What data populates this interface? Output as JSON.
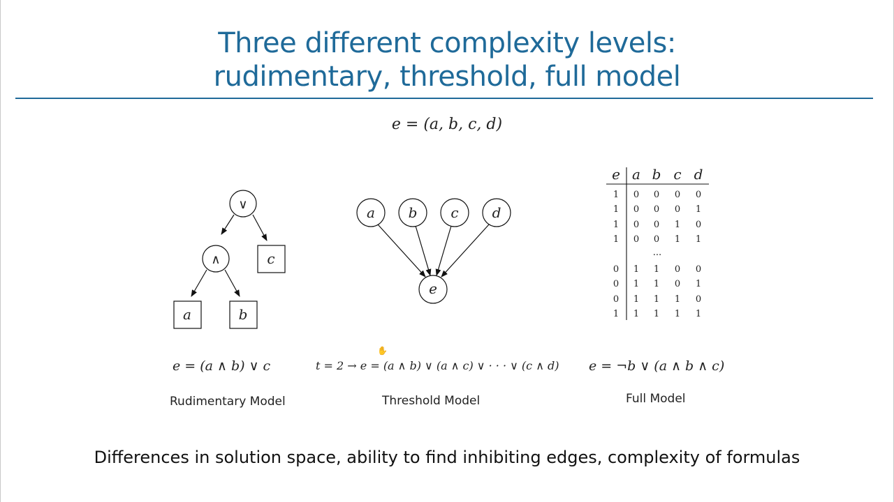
{
  "title": {
    "line1": "Three different complexity levels:",
    "line2": "rudimentary, threshold, full model"
  },
  "equation_top": "e = (a, b, c, d)",
  "rudimentary": {
    "tree": {
      "root_op": "∨",
      "and_op": "∧",
      "leaf_c": "c",
      "leaf_a": "a",
      "leaf_b": "b"
    },
    "formula": "e = (a ∧ b) ∨ c",
    "caption": "Rudimentary Model"
  },
  "threshold": {
    "inputs": [
      "a",
      "b",
      "c",
      "d"
    ],
    "output": "e",
    "formula": "t = 2 → e = (a ∧ b) ∨ (a ∧ c) ∨ · · · ∨ (c ∧ d)",
    "caption": "Threshold Model"
  },
  "full": {
    "table": {
      "headers": [
        "e",
        "a",
        "b",
        "c",
        "d"
      ],
      "rows_top": [
        [
          "1",
          "0",
          "0",
          "0",
          "0"
        ],
        [
          "1",
          "0",
          "0",
          "0",
          "1"
        ],
        [
          "1",
          "0",
          "0",
          "1",
          "0"
        ],
        [
          "1",
          "0",
          "0",
          "1",
          "1"
        ]
      ],
      "ellipsis": "...",
      "rows_bottom": [
        [
          "0",
          "1",
          "1",
          "0",
          "0"
        ],
        [
          "0",
          "1",
          "1",
          "0",
          "1"
        ],
        [
          "0",
          "1",
          "1",
          "1",
          "0"
        ],
        [
          "1",
          "1",
          "1",
          "1",
          "1"
        ]
      ]
    },
    "formula": "e = ¬b ∨ (a ∧ b ∧ c)",
    "caption": "Full Model"
  },
  "bottom_text": "Differences in solution space, ability to find inhibiting edges, complexity of formulas",
  "icons": {
    "cursor": "hand-cursor-icon"
  }
}
